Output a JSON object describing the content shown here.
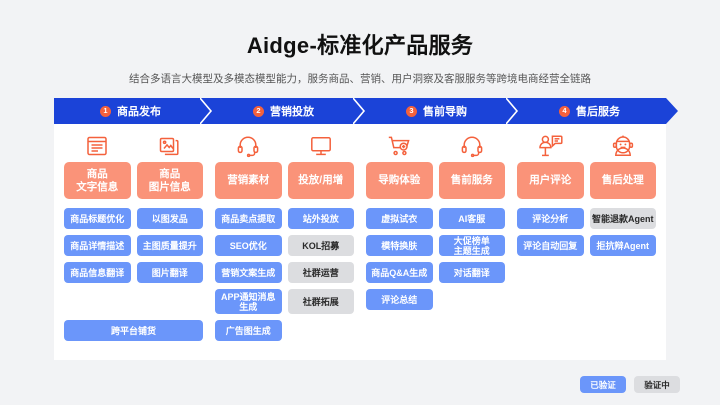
{
  "header": {
    "title": "Aidge-标准化产品服务",
    "subtitle": "结合多语言大模型及多模态模型能力，服务商品、营销、用户洞察及客服服务等跨境电商经营全链路"
  },
  "colors": {
    "nav_blue": "#1b43d8",
    "badge_orange": "#f4613c",
    "head_salmon": "#fa9379",
    "tag_verified_blue": "#6b96fa",
    "tag_pending_gray": "#dcdde0",
    "page_bg": "#f2f3f5",
    "card_bg": "#ffffff"
  },
  "stages": [
    {
      "num": "1",
      "label": "商品发布"
    },
    {
      "num": "2",
      "label": "营销投放"
    },
    {
      "num": "3",
      "label": "售前导购"
    },
    {
      "num": "4",
      "label": "售后服务"
    }
  ],
  "columns": [
    {
      "icon": "document-text-icon",
      "head": "商品\n文字信息",
      "tags": [
        {
          "label": "商品标题优化",
          "status": "verified"
        },
        {
          "label": "商品详情描述",
          "status": "verified"
        },
        {
          "label": "商品信息翻译",
          "status": "verified"
        }
      ]
    },
    {
      "icon": "image-stack-icon",
      "head": "商品\n图片信息",
      "tags": [
        {
          "label": "以图发品",
          "status": "verified"
        },
        {
          "label": "主图质量提升",
          "status": "verified"
        },
        {
          "label": "图片翻译",
          "status": "verified"
        }
      ]
    },
    {
      "icon": "headset-icon",
      "head": "营销素材",
      "tags": [
        {
          "label": "商品卖点提取",
          "status": "verified"
        },
        {
          "label": "SEO优化",
          "status": "verified"
        },
        {
          "label": "营销文案生成",
          "status": "verified"
        },
        {
          "label": "APP通知消息生成",
          "status": "verified",
          "tall": true
        },
        {
          "label": "广告图生成",
          "status": "verified"
        }
      ]
    },
    {
      "icon": "monitor-icon",
      "head": "投放/用增",
      "tags": [
        {
          "label": "站外投放",
          "status": "verified"
        },
        {
          "label": "KOL招募",
          "status": "pending"
        },
        {
          "label": "社群运营",
          "status": "pending"
        },
        {
          "label": "社群拓展",
          "status": "pending",
          "tall": true
        }
      ]
    },
    {
      "icon": "shopping-cart-plus-icon",
      "head": "导购体验",
      "tags": [
        {
          "label": "虚拟试衣",
          "status": "verified"
        },
        {
          "label": "模特换肤",
          "status": "verified"
        },
        {
          "label": "商品Q&A生成",
          "status": "verified"
        },
        {
          "label": "评论总结",
          "status": "verified"
        }
      ]
    },
    {
      "icon": "headset-icon",
      "head": "售前服务",
      "tags": [
        {
          "label": "AI客服",
          "status": "verified"
        },
        {
          "label": "大促榜单\n主题生成",
          "status": "verified"
        },
        {
          "label": "对话翻译",
          "status": "verified"
        }
      ]
    },
    {
      "icon": "user-comment-icon",
      "head": "用户评论",
      "tags": [
        {
          "label": "评论分析",
          "status": "verified"
        },
        {
          "label": "评论自动回复",
          "status": "verified"
        }
      ]
    },
    {
      "icon": "robot-agent-icon",
      "head": "售后处理",
      "tags": [
        {
          "label": "智能退款Agent",
          "status": "pending"
        },
        {
          "label": "拒抗辩Agent",
          "status": "verified"
        }
      ]
    }
  ],
  "wide_tag": {
    "label": "跨平台铺货",
    "status": "verified"
  },
  "legend": [
    {
      "label": "已验证",
      "status": "verified"
    },
    {
      "label": "验证中",
      "status": "pending"
    }
  ]
}
